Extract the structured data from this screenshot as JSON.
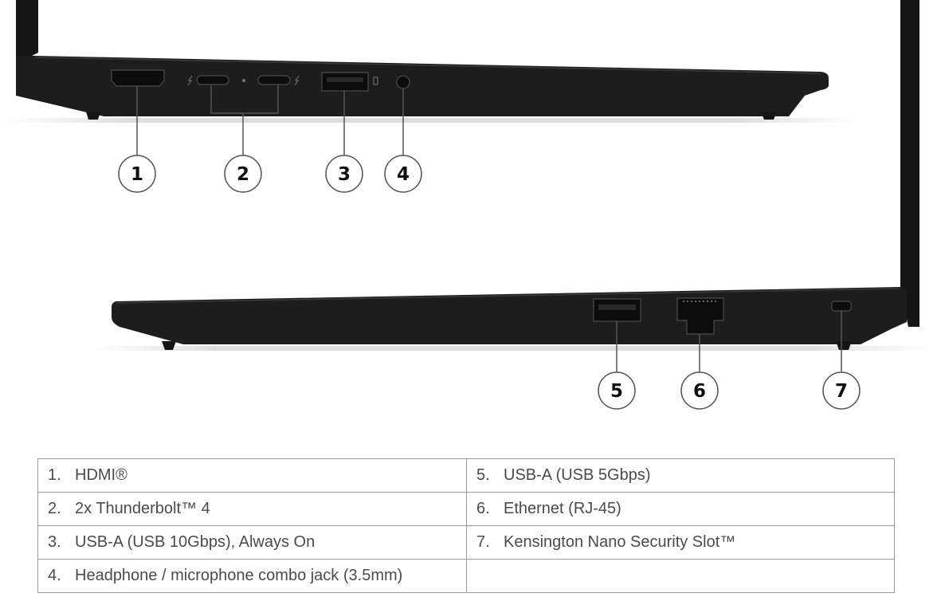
{
  "callouts": [
    "1",
    "2",
    "3",
    "4",
    "5",
    "6",
    "7"
  ],
  "ports_table": {
    "rows": [
      {
        "left": {
          "num": "1.",
          "label": "HDMI®"
        },
        "right": {
          "num": "5.",
          "label": "USB-A (USB 5Gbps)"
        }
      },
      {
        "left": {
          "num": "2.",
          "label": "2x Thunderbolt™ 4"
        },
        "right": {
          "num": "6.",
          "label": "Ethernet (RJ-45)"
        }
      },
      {
        "left": {
          "num": "3.",
          "label": "USB-A (USB 10Gbps), Always On"
        },
        "right": {
          "num": "7.",
          "label": "Kensington Nano Security Slot™"
        }
      },
      {
        "left": {
          "num": "4.",
          "label": "Headphone / microphone combo jack (3.5mm)"
        },
        "right": {
          "num": "",
          "label": ""
        }
      }
    ]
  },
  "colors": {
    "chassis": "#1c1c1c",
    "callout_stroke": "#555555",
    "table_border": "#9a9a9a",
    "text": "#4a4a4a"
  }
}
